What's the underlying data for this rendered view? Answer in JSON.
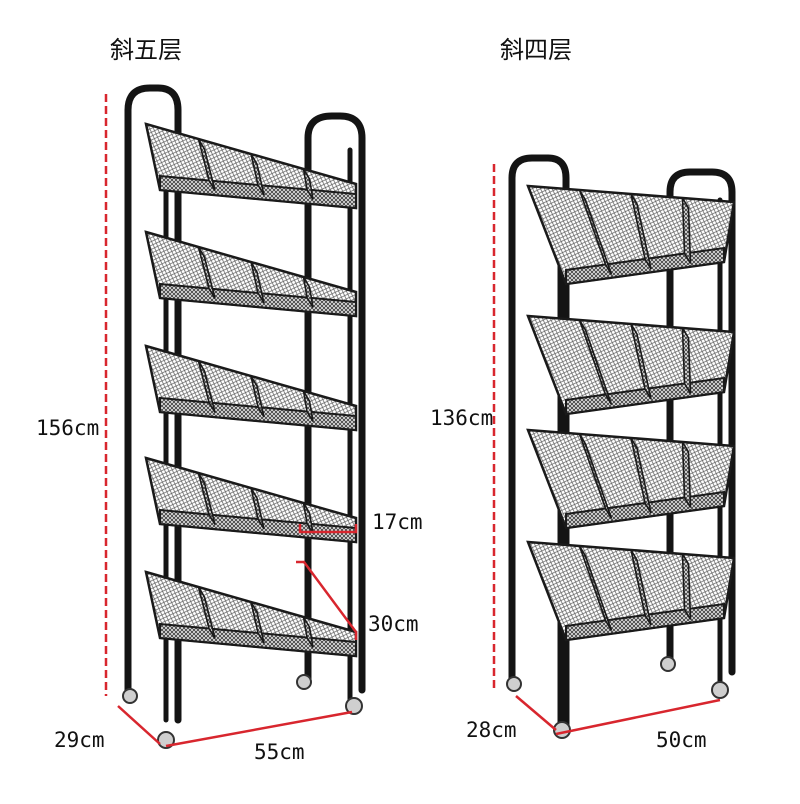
{
  "product_left": {
    "title": "斜五层",
    "height_label": "156cm",
    "depth_label": "29cm",
    "width_label": "55cm",
    "shelf_height_label": "17cm",
    "shelf_depth_label": "30cm"
  },
  "product_right": {
    "title": "斜四层",
    "height_label": "136cm",
    "depth_label": "28cm",
    "width_label": "50cm"
  },
  "colors": {
    "background": "#ffffff",
    "frame": "#141414",
    "mesh": "#3a3a3a",
    "dimension_line": "#d8262e",
    "text": "#111111"
  }
}
